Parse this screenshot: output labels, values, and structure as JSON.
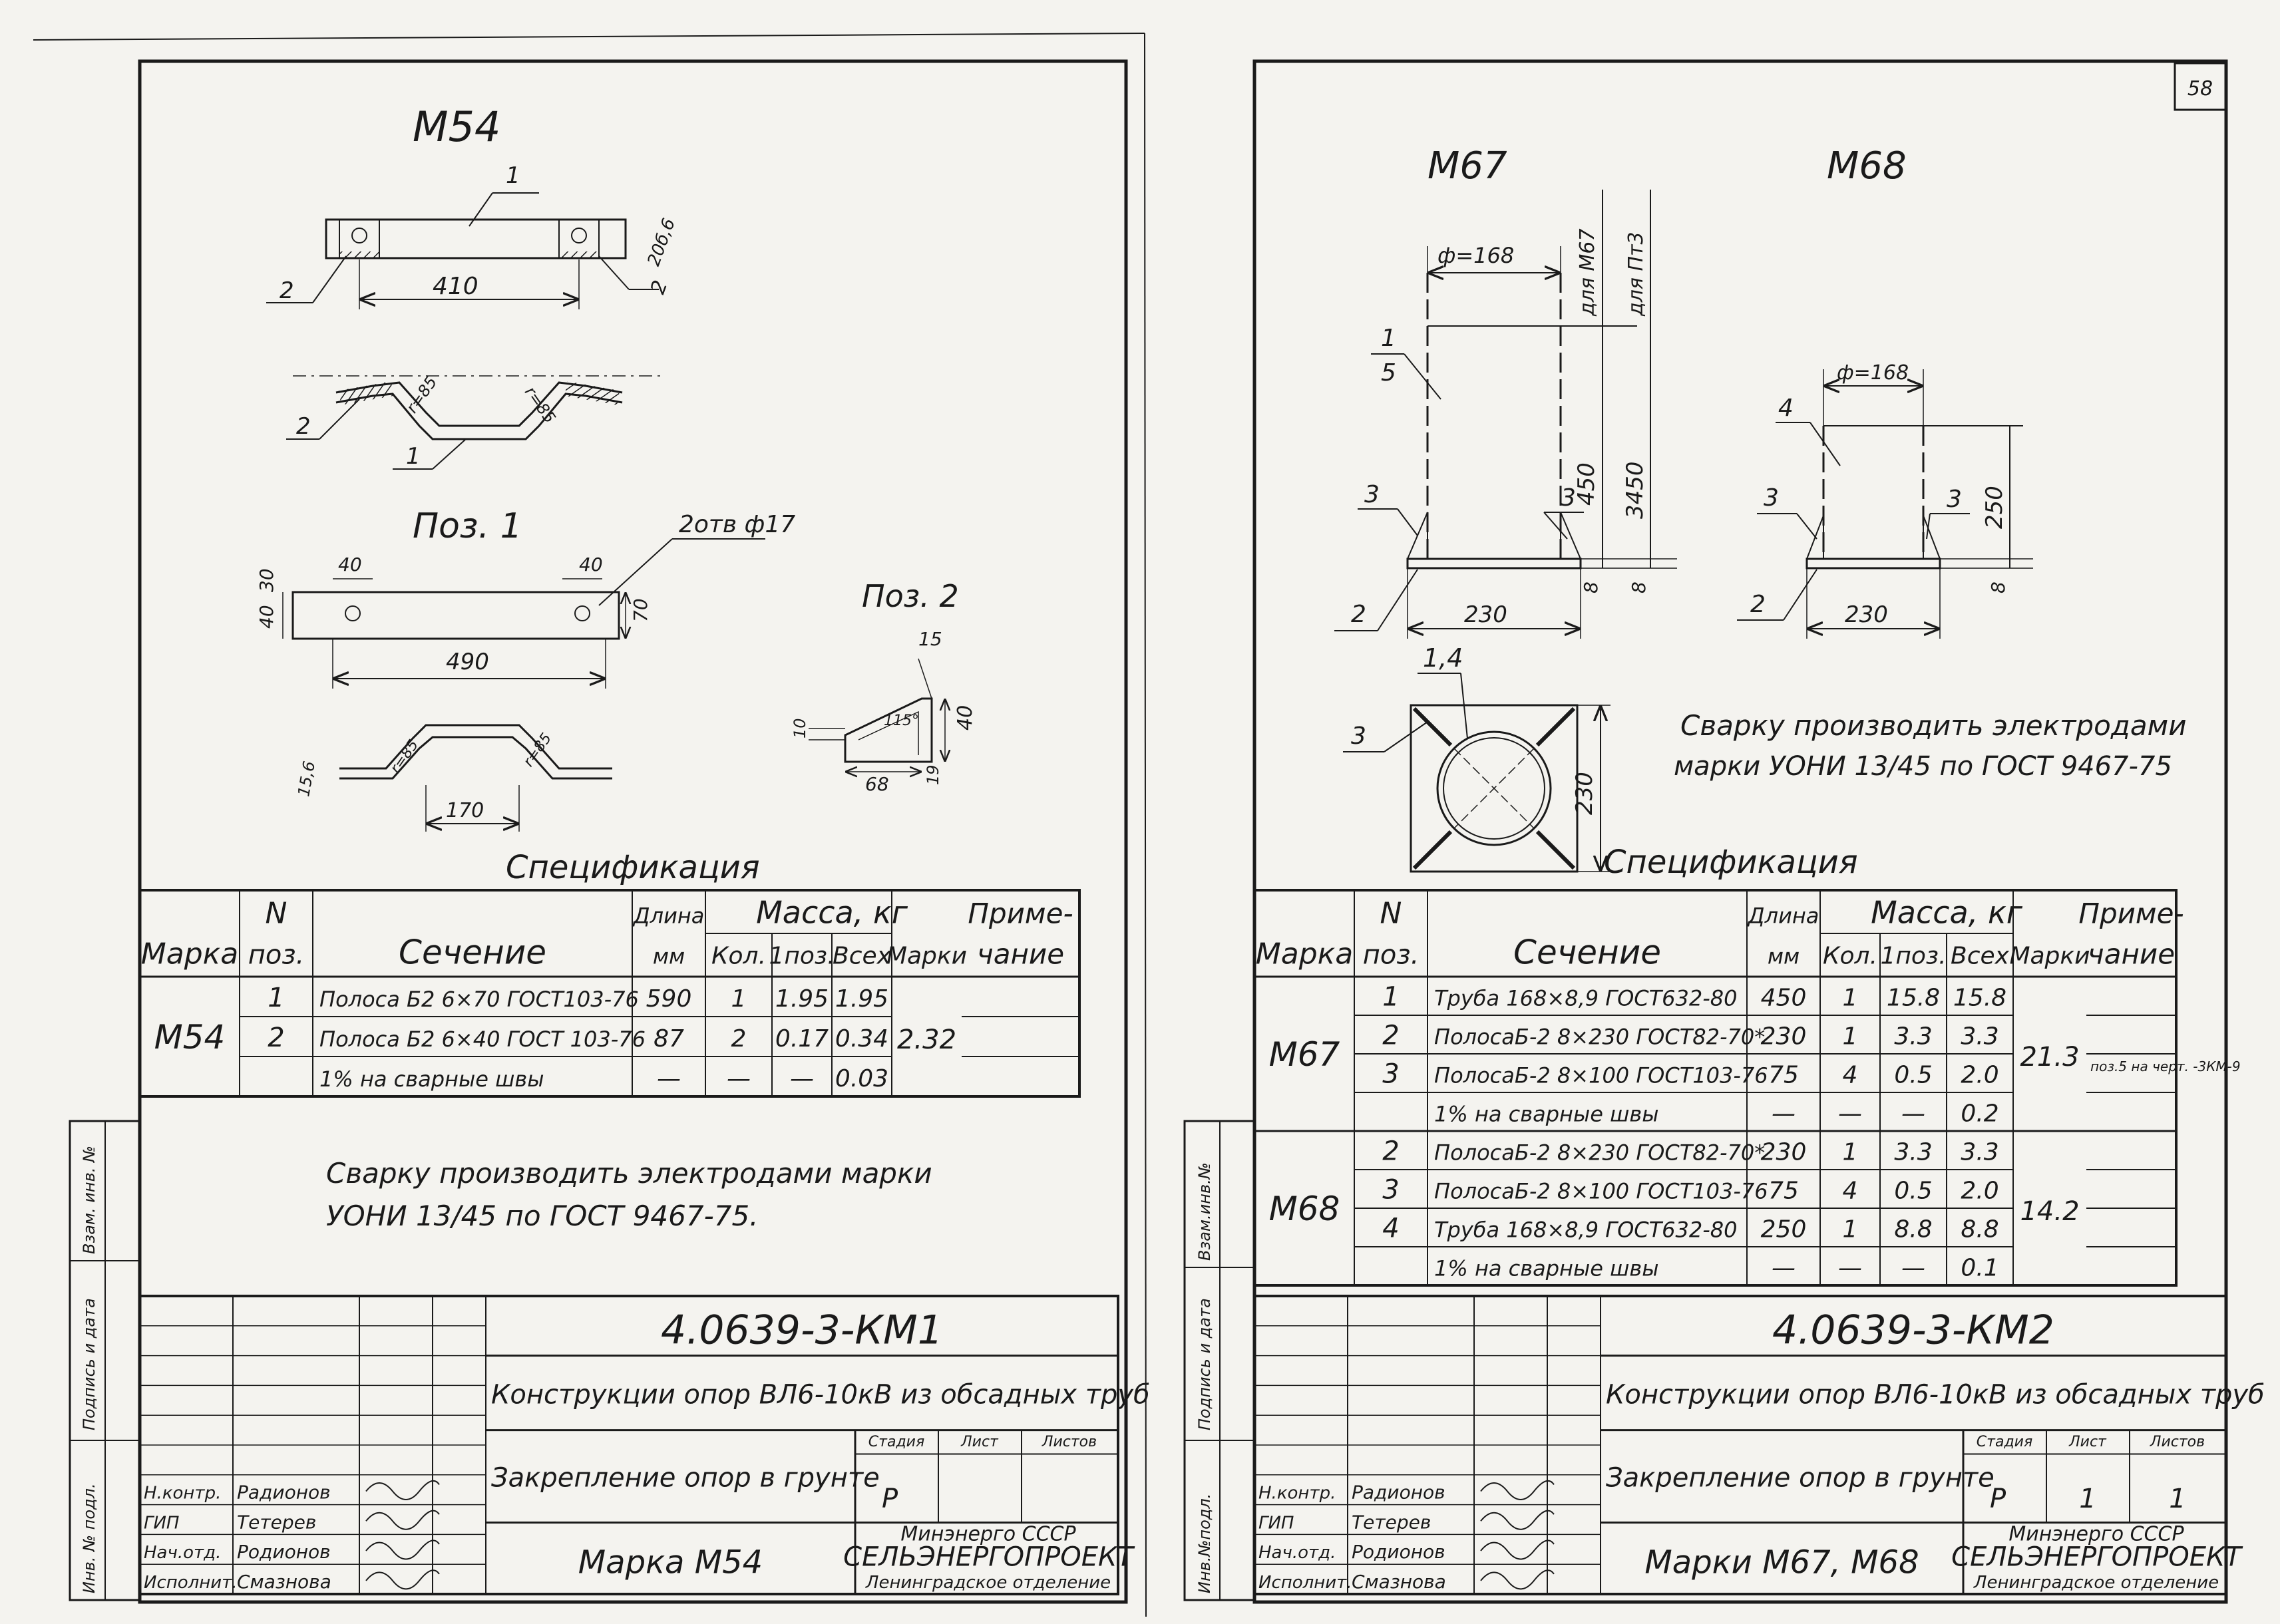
{
  "page_number": "58",
  "sheets": [
    {
      "id": "left",
      "drawing_main_label": "М54",
      "pos1_label": "Поз. 1",
      "pos2_label": "Поз. 2",
      "hole_note": "2отв ф17",
      "main_dims": {
        "leader1": "1",
        "leader2_left": "2",
        "leader2_right": "2",
        "len": "410",
        "side": "20б,6",
        "radius_left": "r=85",
        "radius_right": "r=85",
        "pos1_leader": "1",
        "pos1_leader2": "2"
      },
      "pos1_dims": {
        "d40a": "40",
        "d40b": "40",
        "d40c": "40",
        "d30": "30",
        "d70": "70",
        "d490": "490",
        "d15": "15,6",
        "d170": "170",
        "r_left": "r=85",
        "r_right": "r=85"
      },
      "pos2_dims": {
        "d15": "15",
        "d10": "10",
        "d40": "40",
        "d68": "68",
        "d19": "19",
        "angle": "115°"
      },
      "spec_title": "Спецификация",
      "headers": {
        "mark": "Марка",
        "pos_n": "N",
        "pos": "поз.",
        "section": "Сечение",
        "length": "Длина",
        "length_unit": "мм",
        "qty": "Кол.",
        "mass": "Масса, кг",
        "one": "1поз.",
        "all": "Всех",
        "mark_mass": "Марки",
        "note1": "Приме-",
        "note2": "чание"
      },
      "groups": [
        {
          "mark": "М54",
          "mark_mass": "2.32",
          "rows": [
            {
              "pos": "1",
              "section": "Полоса Б2 6×70 ГОСТ103-76",
              "length": "590",
              "qty": "1",
              "one": "1.95",
              "all": "1.95",
              "note": ""
            },
            {
              "pos": "2",
              "section": "Полоса Б2 6×40 ГОСТ 103-76",
              "length": "87",
              "qty": "2",
              "one": "0.17",
              "all": "0.34",
              "note": ""
            },
            {
              "pos": "",
              "section": "1% на сварные швы",
              "length": "—",
              "qty": "—",
              "one": "—",
              "all": "0.03",
              "note": ""
            }
          ]
        }
      ],
      "welding_note": [
        "Сварку производить электродами марки",
        "УОНИ 13/45 по ГОСТ 9467-75."
      ],
      "side_stamp": [
        "Инв. № подл.",
        "Подпись и дата",
        "Взам. инв. №"
      ],
      "title_block": {
        "code": "4.0639-3-КМ1",
        "title": "Конструкции опор ВЛ6-10кВ из обсадных труб",
        "subtitle": "Закрепление опор в грунте",
        "stage_label": "Стадия",
        "sheet_label": "Лист",
        "sheets_label": "Листов",
        "stage": "Р",
        "sheet": "",
        "sheets": "",
        "drawing_name": "Марка М54",
        "org": [
          "Минэнерго СССР",
          "СЕЛЬЭНЕРГОПРОЕКТ",
          "Ленинградское отделение"
        ],
        "people": [
          {
            "role": "Н.контр.",
            "name": "Радионов"
          },
          {
            "role": "ГИП",
            "name": "Тетерев"
          },
          {
            "role": "Нач.отд.",
            "name": "Родионов"
          },
          {
            "role": "Исполнит.",
            "name": "Смазнова"
          }
        ]
      }
    },
    {
      "id": "right",
      "label_m67": "М67",
      "label_m68": "М68",
      "dims_m67": {
        "dia": "ф=168",
        "for1": "для М67",
        "for2": "для Пт3",
        "d450": "450",
        "d3450": "3450",
        "d8a": "8",
        "d8b": "8",
        "d230": "230",
        "d230v": "230",
        "l1": "1",
        "l5": "5",
        "l3a": "3",
        "l3b": "3",
        "l2": "2",
        "l14": "1,4",
        "l3c": "3"
      },
      "dims_m68": {
        "dia": "ф=168",
        "d250": "250",
        "d8": "8",
        "d230": "230",
        "l4": "4",
        "l3a": "3",
        "l3b": "3",
        "l2": "2"
      },
      "welding_note": [
        "Сварку производить электродами",
        "марки УОНИ 13/45 по ГОСТ 9467-75"
      ],
      "spec_title": "Спецификация",
      "headers": {
        "mark": "Марка",
        "pos_n": "N",
        "pos": "поз.",
        "section": "Сечение",
        "length": "Длина",
        "length_unit": "мм",
        "qty": "Кол.",
        "mass": "Масса, кг",
        "one": "1поз.",
        "all": "Всех",
        "mark_mass": "Марки",
        "note1": "Приме-",
        "note2": "чание"
      },
      "groups": [
        {
          "mark": "М67",
          "mark_mass": "21.3",
          "rows": [
            {
              "pos": "1",
              "section": "Труба 168×8,9 ГОСТ632-80",
              "length": "450",
              "qty": "1",
              "one": "15.8",
              "all": "15.8",
              "note": ""
            },
            {
              "pos": "2",
              "section": "ПолосаБ-2 8×230 ГОСТ82-70*",
              "length": "230",
              "qty": "1",
              "one": "3.3",
              "all": "3.3",
              "note": ""
            },
            {
              "pos": "3",
              "section": "ПолосаБ-2 8×100 ГОСТ103-76",
              "length": "75",
              "qty": "4",
              "one": "0.5",
              "all": "2.0",
              "note": "поз.5 на черт. -3КМ-9"
            },
            {
              "pos": "",
              "section": "1% на сварные швы",
              "length": "—",
              "qty": "—",
              "one": "—",
              "all": "0.2",
              "note": ""
            }
          ]
        },
        {
          "mark": "М68",
          "mark_mass": "14.2",
          "rows": [
            {
              "pos": "2",
              "section": "ПолосаБ-2 8×230 ГОСТ82-70*",
              "length": "230",
              "qty": "1",
              "one": "3.3",
              "all": "3.3",
              "note": ""
            },
            {
              "pos": "3",
              "section": "ПолосаБ-2 8×100 ГОСТ103-76",
              "length": "75",
              "qty": "4",
              "one": "0.5",
              "all": "2.0",
              "note": ""
            },
            {
              "pos": "4",
              "section": "Труба 168×8,9 ГОСТ632-80",
              "length": "250",
              "qty": "1",
              "one": "8.8",
              "all": "8.8",
              "note": ""
            },
            {
              "pos": "",
              "section": "1% на сварные швы",
              "length": "—",
              "qty": "—",
              "one": "—",
              "all": "0.1",
              "note": ""
            }
          ]
        }
      ],
      "side_stamp": [
        "Инв.№подл.",
        "Подпись и дата",
        "Взам.инв.№"
      ],
      "title_block": {
        "code": "4.0639-3-КМ2",
        "title": "Конструкции опор ВЛ6-10кВ из обсадных труб",
        "subtitle": "Закрепление опор в грунте",
        "stage_label": "Стадия",
        "sheet_label": "Лист",
        "sheets_label": "Листов",
        "stage": "Р",
        "sheet": "1",
        "sheets": "1",
        "drawing_name": "Марки М67, М68",
        "org": [
          "Минэнерго СССР",
          "СЕЛЬЭНЕРГОПРОЕКТ",
          "Ленинградское отделение"
        ],
        "people": [
          {
            "role": "Н.контр.",
            "name": "Радионов"
          },
          {
            "role": "ГИП",
            "name": "Тетерев"
          },
          {
            "role": "Нач.отд.",
            "name": "Родионов"
          },
          {
            "role": "Исполнит.",
            "name": "Смазнова"
          }
        ]
      }
    }
  ]
}
